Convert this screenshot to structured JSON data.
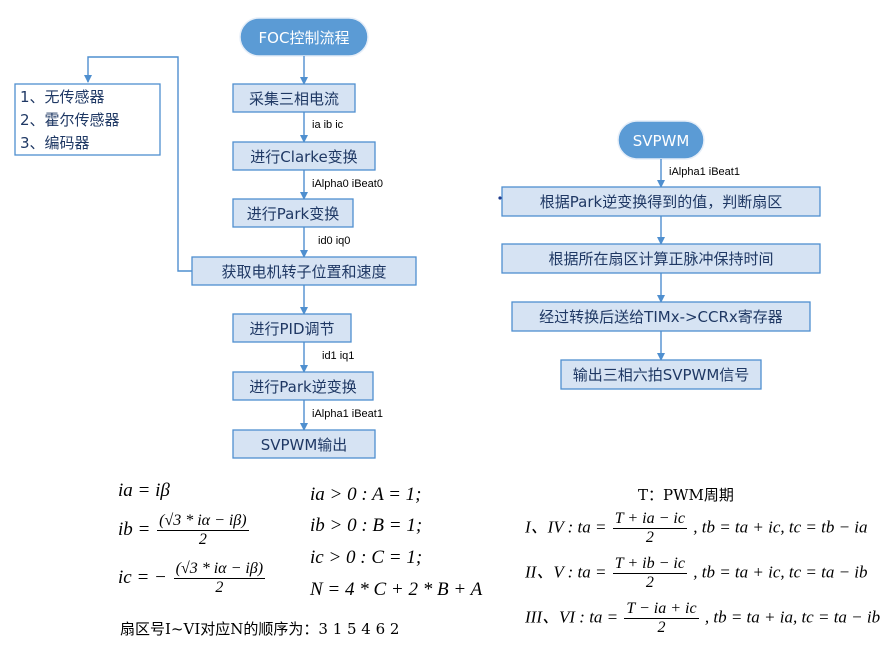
{
  "flow_left": {
    "start": "FOC控制流程",
    "steps": [
      "采集三相电流",
      "进行Clarke变换",
      "进行Park变换",
      "获取电机转子位置和速度",
      "进行PID调节",
      "进行Park逆变换",
      "SVPWM输出"
    ],
    "edge_labels": [
      "ia ib ic",
      "iAlpha0 iBeat0",
      "id0 iq0",
      "id1 iq1",
      "iAlpha1 iBeat1"
    ],
    "sensor_list": [
      "1、无传感器",
      "2、霍尔传感器",
      "3、编码器"
    ]
  },
  "flow_right": {
    "start": "SVPWM",
    "edge_label": "iAlpha1 iBeat1",
    "steps": [
      "根据Park逆变换得到的值，判断扇区",
      "根据所在扇区计算正脉冲保持时间",
      "经过转换后送给TIMx->CCRx寄存器",
      "输出三相六拍SVPWM信号"
    ]
  },
  "formulas": {
    "ia": "ia = iβ",
    "ib_lhs": "ib =",
    "ib_num": "(√3 * iα − iβ)",
    "ic_lhs": "ic = −",
    "ic_num": "(√3 * iα − iβ)",
    "den": "2",
    "cond_a": "ia > 0 : A = 1;",
    "cond_b": "ib > 0 : B = 1;",
    "cond_c": "ic > 0 : C = 1;",
    "n_eq": "N = 4 * C + 2 * B + A"
  },
  "timing": {
    "title": "T：PWM周期",
    "row1_prefix": "I、IV : ta =",
    "row1_num": "T + ia − ic",
    "row1_rest": ", tb = ta + ic, tc = tb − ia",
    "row2_prefix": "II、V : ta =",
    "row2_num": "T + ib − ic",
    "row2_rest": ", tb = ta + ic, tc = ta − ib",
    "row3_prefix": "III、VI : ta =",
    "row3_num": "T − ia + ic",
    "row3_rest": ", tb = ta + ia, tc = ta − ib",
    "den": "2"
  },
  "sector_order": "扇区号I~VI对应N的顺序为：3 1 5 4 6 2",
  "colors": {
    "box_fill": "#d6e3f3",
    "box_border": "#4f8fcf",
    "pill_fill": "#5b9bd5"
  }
}
